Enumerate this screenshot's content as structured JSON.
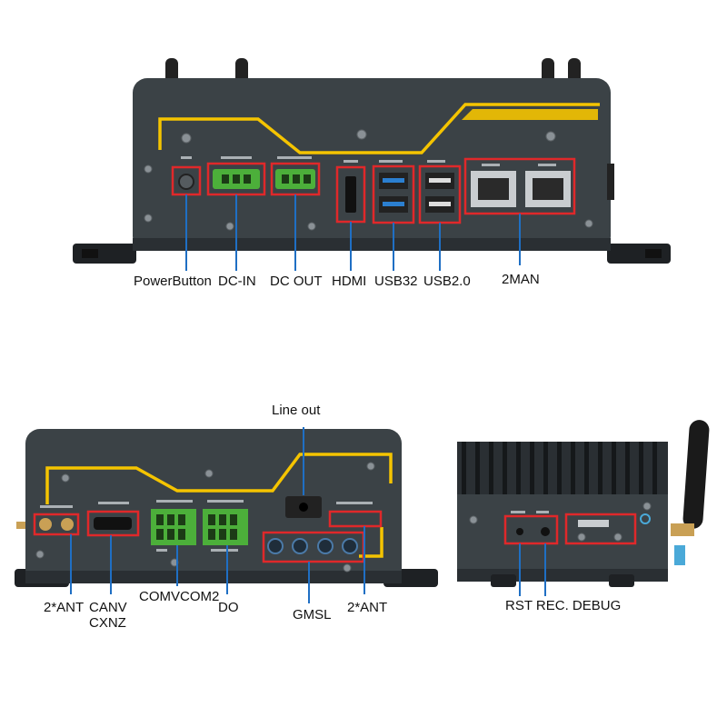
{
  "top_panel": {
    "labels": {
      "power_button": "PowerButton",
      "dc_in": "DC-IN",
      "dc_out": "DC OUT",
      "hdmi": "HDMI",
      "usb32": "USB32",
      "usb20": "USB2.0",
      "lan": "2MAN"
    }
  },
  "bottom_left_panel": {
    "labels": {
      "line_out": "Line out",
      "ant_left": "2*ANT",
      "can": "CANV",
      "can2": "CXNZ",
      "com": "COMVCOM2",
      "do": "DO",
      "gmsl": "GMSL",
      "ant_right": "2*ANT"
    }
  },
  "bottom_right_panel": {
    "labels": {
      "rst_rec_debug": "RST REC. DEBUG"
    }
  },
  "colors": {
    "chassis": "#3b4246",
    "chassis_dark": "#2a2f33",
    "accent_yellow": "#f5c400",
    "highlight_red": "#e0282a",
    "callout_blue": "#1f6fc4",
    "terminal_green": "#4caf3a"
  }
}
